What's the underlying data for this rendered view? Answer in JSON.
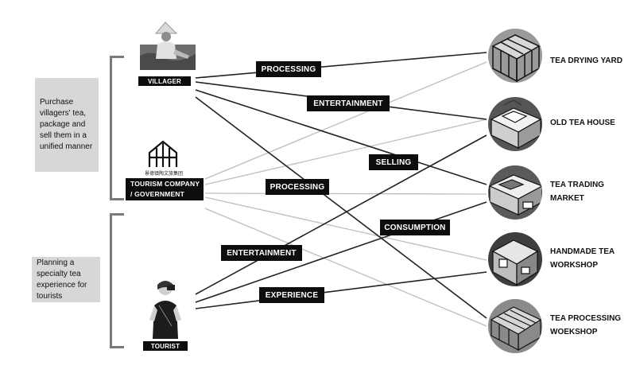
{
  "notes": {
    "villager_note": "Purchase villagers' tea, package and sell them in a unified manner",
    "tourist_note": "Planning a specialty tea experience for tourists"
  },
  "actors": {
    "villager": "VILLAGER",
    "company_line1": "TOURISM COMPANY",
    "company_line2": "/ GOVERNMENT",
    "company_logo_text": "景德镇陶文旅集团",
    "tourist": "TOURIST"
  },
  "activities": {
    "processing_top": "PROCESSING",
    "entertainment_top": "ENTERTAINMENT",
    "selling": "SELLING",
    "processing_mid": "PROCESSING",
    "consumption": "CONSUMPTION",
    "entertainment_low": "ENTERTAINMENT",
    "experience": "EXPERIENCE"
  },
  "destinations": {
    "drying_yard": "TEA DRYING YARD",
    "old_tea_house": "OLD TEA HOUSE",
    "trading_market": "TEA TRADING\nMARKET",
    "handmade_workshop": "HANDMADE TEA\nWORKSHOP",
    "processing_workshop": "TEA PROCESSING\nWOEKSHOP"
  },
  "colors": {
    "label_bg": "#0d0d0d",
    "note_bg": "#d7d7d7",
    "bracket": "#7a7a7a",
    "line_dark": "#222222",
    "line_light": "#bdbdbd"
  },
  "icons": [
    "villager-photo",
    "company-logo-icon",
    "tourist-photo",
    "drying-yard-icon",
    "tea-house-icon",
    "trading-market-icon",
    "handmade-workshop-icon",
    "processing-workshop-icon"
  ]
}
